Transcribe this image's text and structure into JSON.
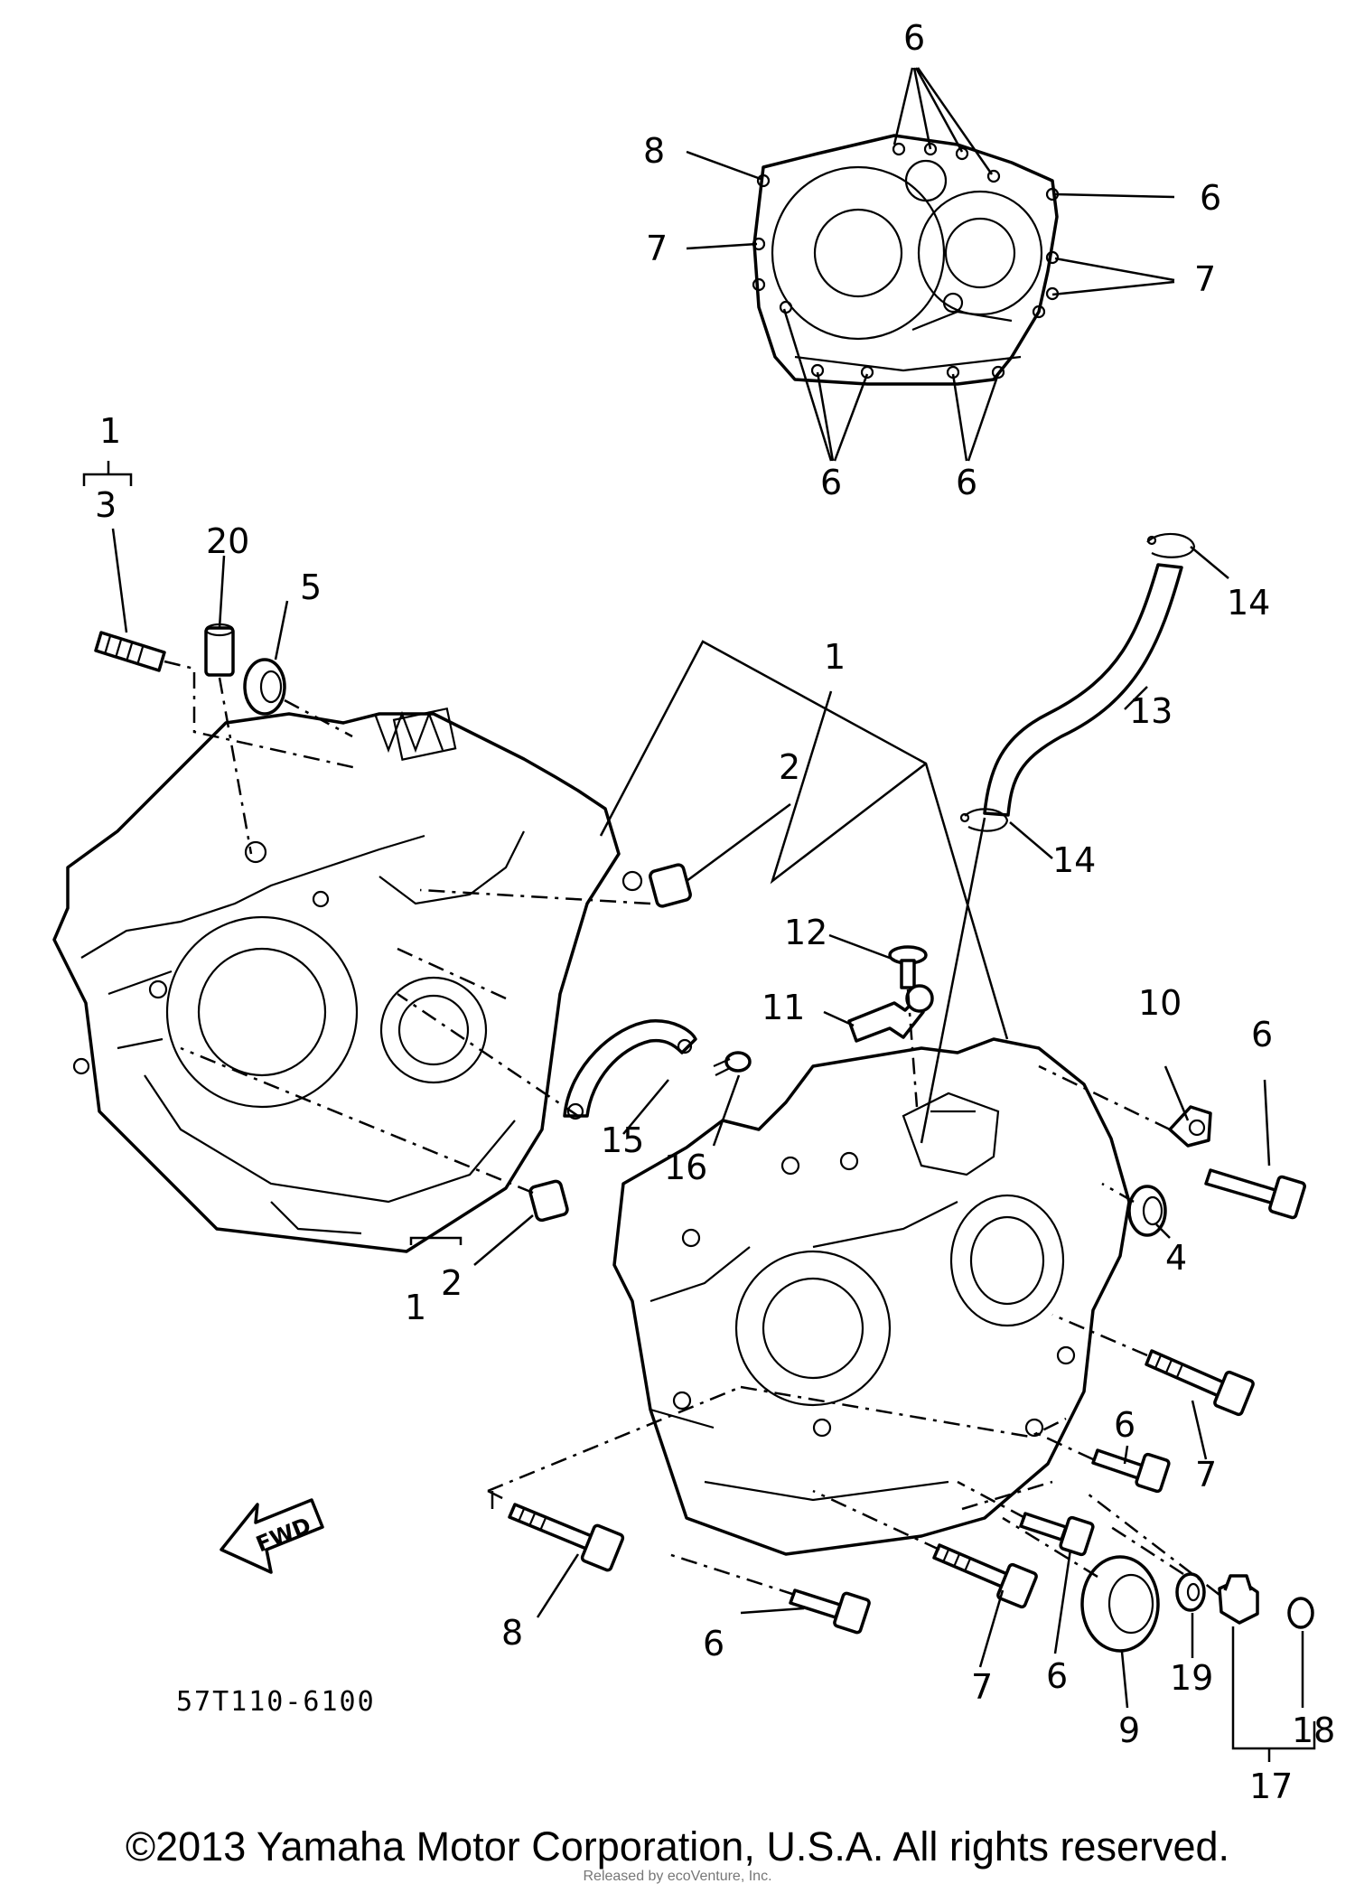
{
  "diagram": {
    "drawing_code": "57T110-6100",
    "fwd_label": "FWD",
    "callouts": [
      {
        "id": "c6-top",
        "text": "6"
      },
      {
        "id": "c8-top",
        "text": "8"
      },
      {
        "id": "c6-topright",
        "text": "6"
      },
      {
        "id": "c7-topleft",
        "text": "7"
      },
      {
        "id": "c7-topright",
        "text": "7"
      },
      {
        "id": "c6-botleft",
        "text": "6"
      },
      {
        "id": "c6-botright",
        "text": "6"
      },
      {
        "id": "c1-group",
        "text": "1"
      },
      {
        "id": "c3",
        "text": "3"
      },
      {
        "id": "c20",
        "text": "20"
      },
      {
        "id": "c5",
        "text": "5"
      },
      {
        "id": "c14-top",
        "text": "14"
      },
      {
        "id": "c13",
        "text": "13"
      },
      {
        "id": "c1-main",
        "text": "1"
      },
      {
        "id": "c2-top",
        "text": "2"
      },
      {
        "id": "c14-mid",
        "text": "14"
      },
      {
        "id": "c12",
        "text": "12"
      },
      {
        "id": "c11",
        "text": "11"
      },
      {
        "id": "c10",
        "text": "10"
      },
      {
        "id": "c6-r1",
        "text": "6"
      },
      {
        "id": "c15",
        "text": "15"
      },
      {
        "id": "c16",
        "text": "16"
      },
      {
        "id": "c4",
        "text": "4"
      },
      {
        "id": "c2-bot",
        "text": "2"
      },
      {
        "id": "c1-sub",
        "text": "1"
      },
      {
        "id": "c7-r",
        "text": "7"
      },
      {
        "id": "c6-r2",
        "text": "6"
      },
      {
        "id": "c8-bot",
        "text": "8"
      },
      {
        "id": "c6-bot",
        "text": "6"
      },
      {
        "id": "c7-bot",
        "text": "7"
      },
      {
        "id": "c6-bot2",
        "text": "6"
      },
      {
        "id": "c19",
        "text": "19"
      },
      {
        "id": "c9",
        "text": "9"
      },
      {
        "id": "c18",
        "text": "18"
      },
      {
        "id": "c17",
        "text": "17"
      }
    ]
  },
  "footer": {
    "copyright": "©2013 Yamaha Motor Corporation, U.S.A. All rights reserved.",
    "watermark": "Released by ecoVenture, Inc."
  }
}
